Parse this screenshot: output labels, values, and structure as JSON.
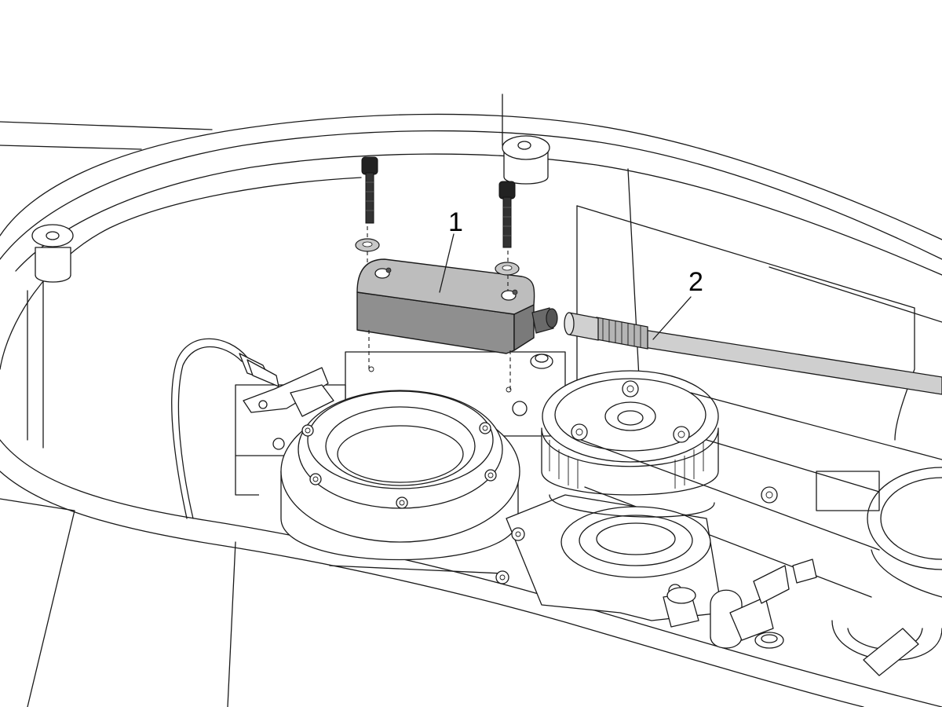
{
  "figure": {
    "callouts": [
      {
        "label": "1",
        "part": "sensor-box"
      },
      {
        "label": "2",
        "part": "connector-cable"
      }
    ]
  },
  "colors": {
    "line": "#1a1a1a",
    "background": "#ffffff",
    "sensor_body": "#8f8f8f",
    "sensor_top": "#bdbdbd",
    "screw": "#222222",
    "cable": "#cfcfcf"
  }
}
